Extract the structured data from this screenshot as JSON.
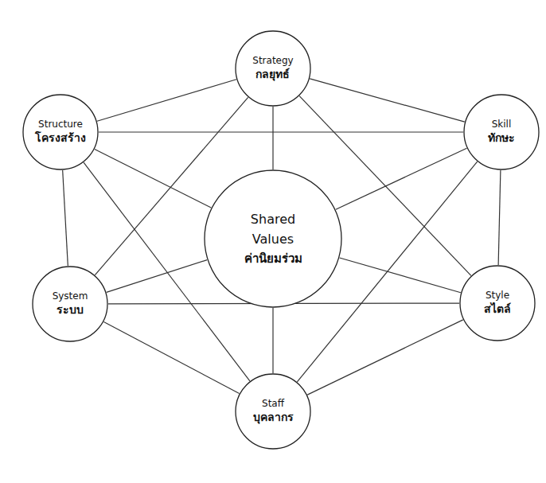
{
  "diagram": {
    "nodes": [
      {
        "text": [
          "Strategy",
          "กลยุทธ์"
        ]
      },
      {
        "text": [
          "Structure",
          "โครงสร้าง"
        ]
      },
      {
        "text": [
          "Skill",
          "ทักษะ"
        ]
      },
      {
        "text": [
          "Shared Values",
          "ค่านิยมร่วม"
        ]
      },
      {
        "text": [
          "System",
          "ระบบ"
        ]
      },
      {
        "text": [
          "Style",
          "สไตล์"
        ]
      },
      {
        "text": [
          "Staff",
          "บุคลากร"
        ]
      }
    ],
    "edges": [
      {
        "from": 0,
        "to": 2,
        "arrow": "none"
      },
      {
        "from": 2,
        "to": 5,
        "arrow": "none"
      },
      {
        "from": 5,
        "to": 6,
        "arrow": "none"
      },
      {
        "from": 6,
        "to": 4,
        "arrow": "none"
      },
      {
        "from": 4,
        "to": 1,
        "arrow": "none"
      },
      {
        "from": 1,
        "to": 0,
        "arrow": "none"
      },
      {
        "from": 0,
        "to": 5,
        "arrow": "none"
      },
      {
        "from": 0,
        "to": 4,
        "arrow": "none"
      },
      {
        "from": 1,
        "to": 2,
        "arrow": "none"
      },
      {
        "from": 1,
        "to": 6,
        "arrow": "none"
      },
      {
        "from": 2,
        "to": 6,
        "arrow": "none"
      },
      {
        "from": 4,
        "to": 5,
        "arrow": "none"
      },
      {
        "from": 3,
        "to": 0,
        "arrow": "none"
      },
      {
        "from": 3,
        "to": 1,
        "arrow": "none"
      },
      {
        "from": 3,
        "to": 2,
        "arrow": "none"
      },
      {
        "from": 3,
        "to": 4,
        "arrow": "none"
      },
      {
        "from": 3,
        "to": 5,
        "arrow": "none"
      },
      {
        "from": 3,
        "to": 6,
        "arrow": "none"
      }
    ]
  }
}
